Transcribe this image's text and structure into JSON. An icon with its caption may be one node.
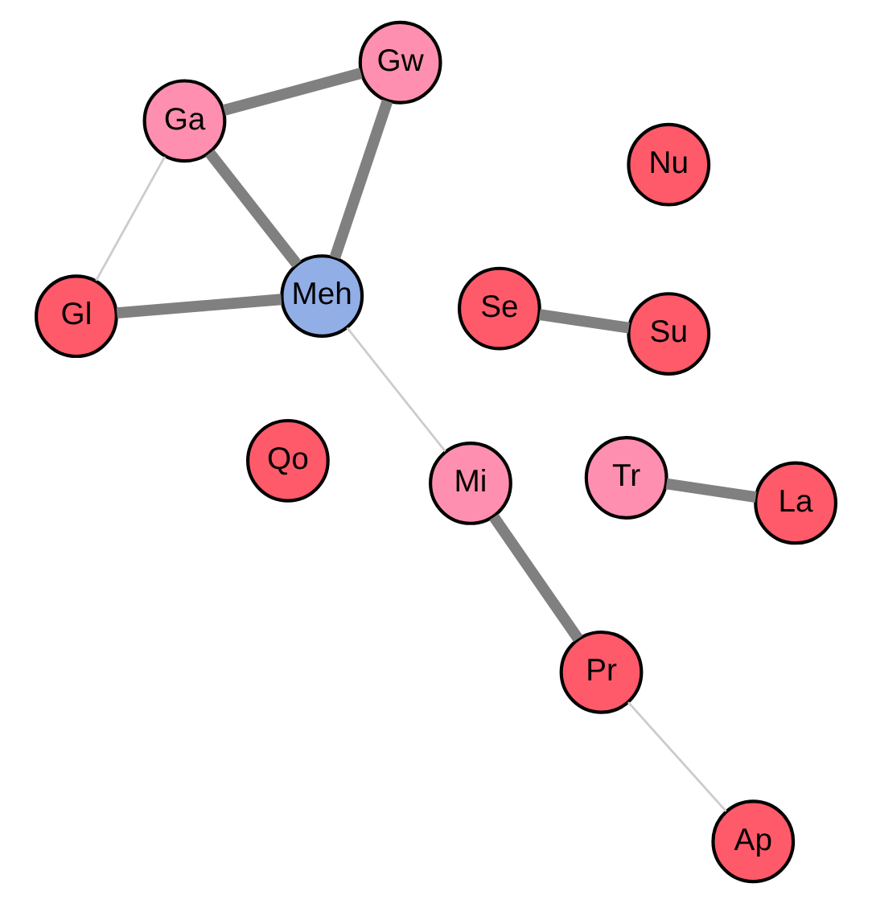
{
  "diagram": {
    "nodes": [
      {
        "text": [
          "Ga"
        ]
      },
      {
        "text": [
          "Qo"
        ]
      },
      {
        "text": [
          "Gw"
        ]
      },
      {
        "text": [
          "Gl"
        ]
      },
      {
        "text": [
          "Se"
        ]
      },
      {
        "text": [
          "Meh"
        ]
      },
      {
        "text": [
          "Su"
        ]
      },
      {
        "text": [
          "Ap"
        ]
      },
      {
        "text": [
          "Mi"
        ]
      },
      {
        "text": [
          "Tr"
        ]
      },
      {
        "text": [
          "La"
        ]
      },
      {
        "text": [
          "Pr"
        ]
      },
      {
        "text": [
          "Nu"
        ]
      }
    ],
    "edges": [
      {
        "from": 0,
        "to": 2,
        "arrow": "none"
      },
      {
        "from": 0,
        "to": 5,
        "arrow": "none"
      },
      {
        "from": 0,
        "to": 3,
        "arrow": "none",
        "color": "#cccccc"
      },
      {
        "from": 2,
        "to": 5,
        "arrow": "none"
      },
      {
        "from": 3,
        "to": 5,
        "arrow": "none"
      },
      {
        "from": 5,
        "to": 8,
        "arrow": "none",
        "color": "#cccccc"
      },
      {
        "from": 8,
        "to": 11,
        "arrow": "none"
      },
      {
        "from": 7,
        "to": 11,
        "arrow": "none",
        "color": "#cccccc"
      },
      {
        "from": 4,
        "to": 6,
        "arrow": "none"
      },
      {
        "from": 9,
        "to": 10,
        "arrow": "none"
      }
    ]
  }
}
